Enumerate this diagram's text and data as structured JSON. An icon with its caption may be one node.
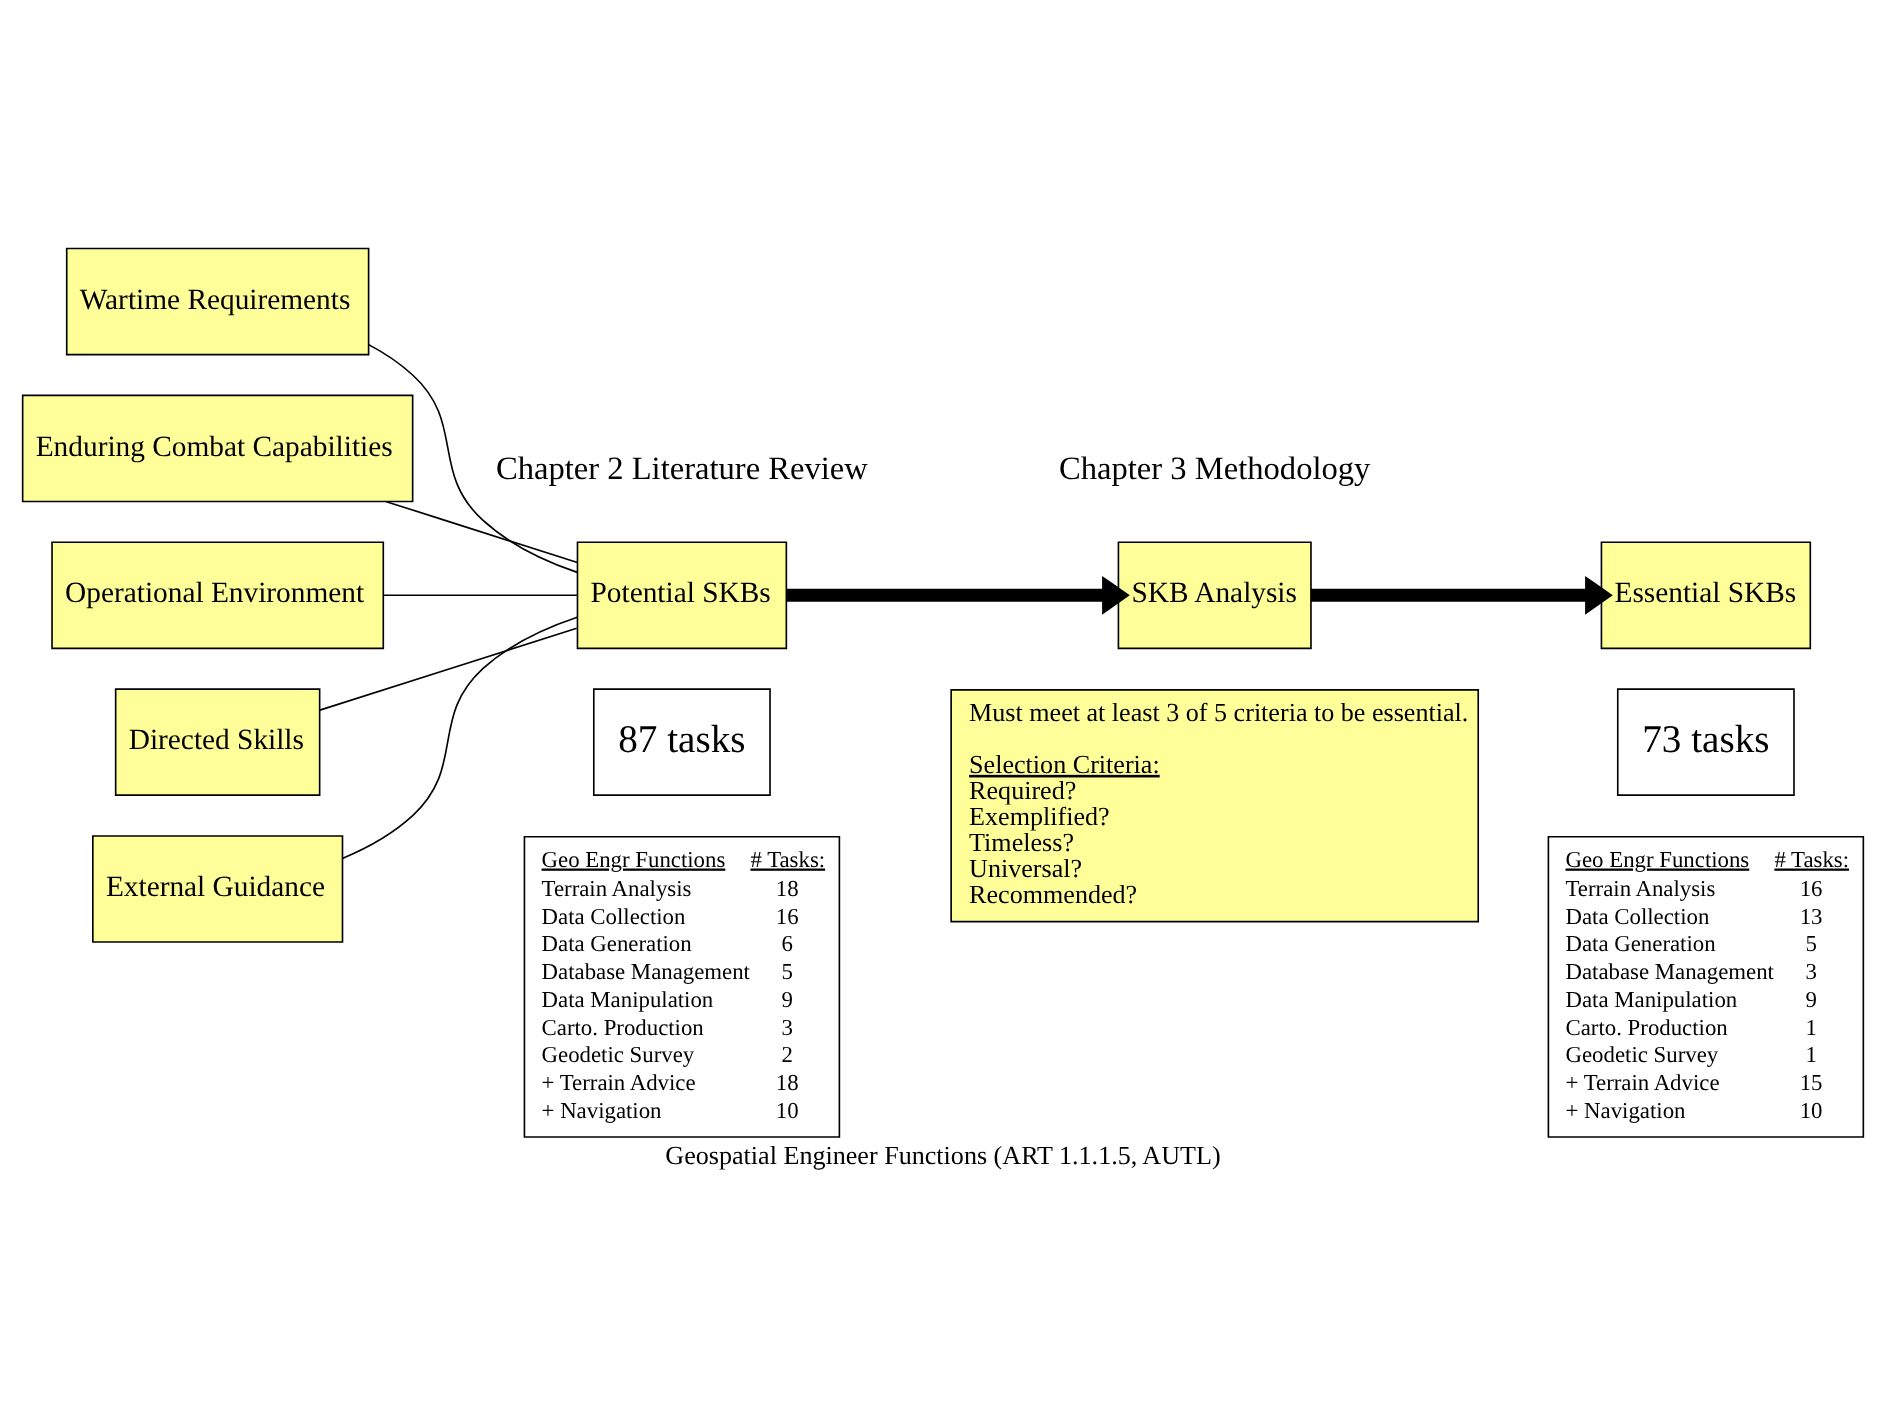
{
  "diagram": {
    "caption": "Geospatial Engineer Functions (ART 1.1.1.5, AUTL)",
    "nodes": [
      {
        "text": [
          "Wartime Requirements"
        ]
      },
      {
        "text": [
          "Enduring Combat Capabilities"
        ]
      },
      {
        "text": [
          "Operational Environment"
        ]
      },
      {
        "text": [
          "Directed Skills"
        ]
      },
      {
        "text": [
          "External Guidance"
        ]
      },
      {
        "text": [
          "Potential SKBs"
        ]
      },
      {
        "text": [
          "SKB Analysis"
        ]
      },
      {
        "text": [
          "Essential SKBs"
        ]
      },
      {
        "text": [
          "87 tasks"
        ]
      },
      {
        "text": [
          "Must meet at least 3 of 5 criteria to be essential.",
          "Selection Criteria:",
          "Required?",
          "Exemplified?",
          "Timeless?",
          "Universal?",
          "Recommended?"
        ]
      },
      {
        "text": [
          "73 tasks"
        ]
      },
      {
        "text": [
          "Geo Engr Functions",
          "# Tasks:",
          "Terrain Analysis",
          "18",
          "Data Collection",
          "16",
          "Data Generation",
          "6",
          "Database Management",
          "5",
          "Data Manipulation",
          "9",
          "Carto. Production",
          "3",
          "Geodetic Survey",
          "2",
          "+ Terrain Advice",
          "18",
          "+ Navigation",
          "10"
        ]
      },
      {
        "text": [
          "Geo Engr Functions",
          "# Tasks:",
          "Terrain Analysis",
          "16",
          "Data Collection",
          "13",
          "Data Generation",
          "5",
          "Database Management",
          "3",
          "Data Manipulation",
          "9",
          "Carto. Production",
          "1",
          "Geodetic Survey",
          "1",
          "+ Terrain Advice",
          "15",
          "+ Navigation",
          "10"
        ]
      }
    ],
    "edges": [
      {
        "from": 0,
        "to": 5,
        "arrow": "none"
      },
      {
        "from": 1,
        "to": 5,
        "arrow": "none"
      },
      {
        "from": 2,
        "to": 5,
        "arrow": "none"
      },
      {
        "from": 3,
        "to": 5,
        "arrow": "none"
      },
      {
        "from": 4,
        "to": 5,
        "arrow": "none"
      },
      {
        "from": 5,
        "to": 6,
        "arrow": "to",
        "style": "thick"
      },
      {
        "from": 6,
        "to": 7,
        "arrow": "to",
        "style": "thick"
      }
    ],
    "labels": [
      "Chapter 2 Literature Review",
      "Chapter 3 Methodology"
    ]
  }
}
